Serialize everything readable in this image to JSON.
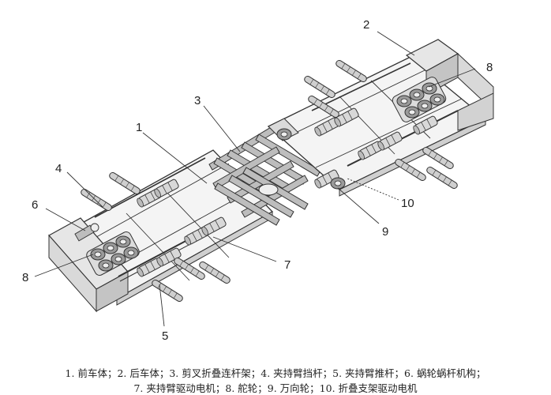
{
  "callouts": {
    "n1": "1",
    "n2": "2",
    "n3": "3",
    "n4": "4",
    "n5": "5",
    "n6": "6",
    "n7": "7",
    "n8a": "8",
    "n8b": "8",
    "n9": "9",
    "n10": "10"
  },
  "caption": {
    "line1": "1. 前车体；2. 后车体；3. 剪叉折叠连杆架；4. 夹持臂挡杆；5. 夹持臂推杆；6. 蜗轮蜗杆机构；",
    "line2": "7. 夹持臂驱动电机；8. 舵轮；9. 万向轮；10. 折叠支架驱动电机"
  },
  "colors": {
    "line": "#333333",
    "fill_light": "#eeeeee",
    "fill_mid": "#d8d8d8",
    "fill_dark": "#9a9a9a"
  }
}
